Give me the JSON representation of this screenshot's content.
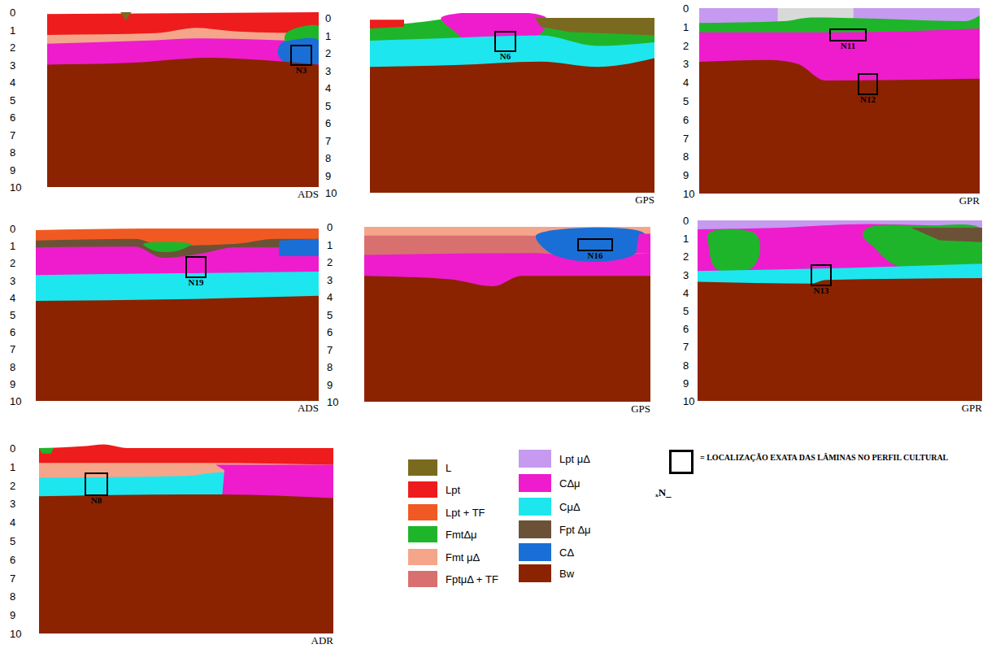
{
  "diagram": {
    "nodes": [
      {
        "text": [
          "N3"
        ]
      },
      {
        "text": [
          "N6"
        ]
      },
      {
        "text": [
          "N11"
        ]
      },
      {
        "text": [
          "N12"
        ]
      },
      {
        "text": [
          "N19"
        ]
      },
      {
        "text": [
          "N16"
        ]
      },
      {
        "text": [
          "N13"
        ]
      },
      {
        "text": [
          "N8"
        ]
      }
    ],
    "labels": [
      "0",
      "1",
      "2",
      "3",
      "4",
      "5",
      "6",
      "7",
      "8",
      "9",
      "10",
      "ADS",
      "0",
      "1",
      "2",
      "3",
      "4",
      "5",
      "6",
      "7",
      "8",
      "9",
      "10",
      "GPS",
      "0",
      "1",
      "2",
      "3",
      "4",
      "5",
      "6",
      "7",
      "8",
      "9",
      "10",
      "GPR",
      "0",
      "1",
      "2",
      "3",
      "4",
      "5",
      "6",
      "7",
      "8",
      "9",
      "10",
      "ADS",
      "0",
      "1",
      "2",
      "3",
      "4",
      "5",
      "6",
      "7",
      "8",
      "9",
      "10",
      "GPS",
      "0",
      "1",
      "2",
      "3",
      "4",
      "5",
      "6",
      "7",
      "8",
      "9",
      "10",
      "GPR",
      "0",
      "1",
      "2",
      "3",
      "4",
      "5",
      "6",
      "7",
      "8",
      "9",
      "10",
      "ADR",
      "ₓN_"
    ],
    "legend": [
      {
        "text": "L",
        "color": "#7a6a1f"
      },
      {
        "text": "Lpt",
        "color": "#ee1c1c"
      },
      {
        "text": "Lpt + TF",
        "color": "#f05a22"
      },
      {
        "text": "FmtΔμ",
        "color": "#1fb52a"
      },
      {
        "text": "Fmt μΔ",
        "color": "#f5a58a"
      },
      {
        "text": "FptμΔ + TF",
        "color": "#d87070"
      },
      {
        "text": "Lpt μΔ",
        "color": "#c59af0"
      },
      {
        "text": "CΔμ",
        "color": "#ee1ccc"
      },
      {
        "text": "CμΔ",
        "color": "#1ee6ee"
      },
      {
        "text": "Fpt Δμ",
        "color": "#6b5237"
      },
      {
        "text": "CΔ",
        "color": "#1a6fd6"
      },
      {
        "text": "Bw",
        "color": "#8b2300"
      },
      {
        "text": "= LOCALIZAÇÃO EXATA DAS LÂMINAS NO PERFIL CULTURAL"
      }
    ]
  }
}
